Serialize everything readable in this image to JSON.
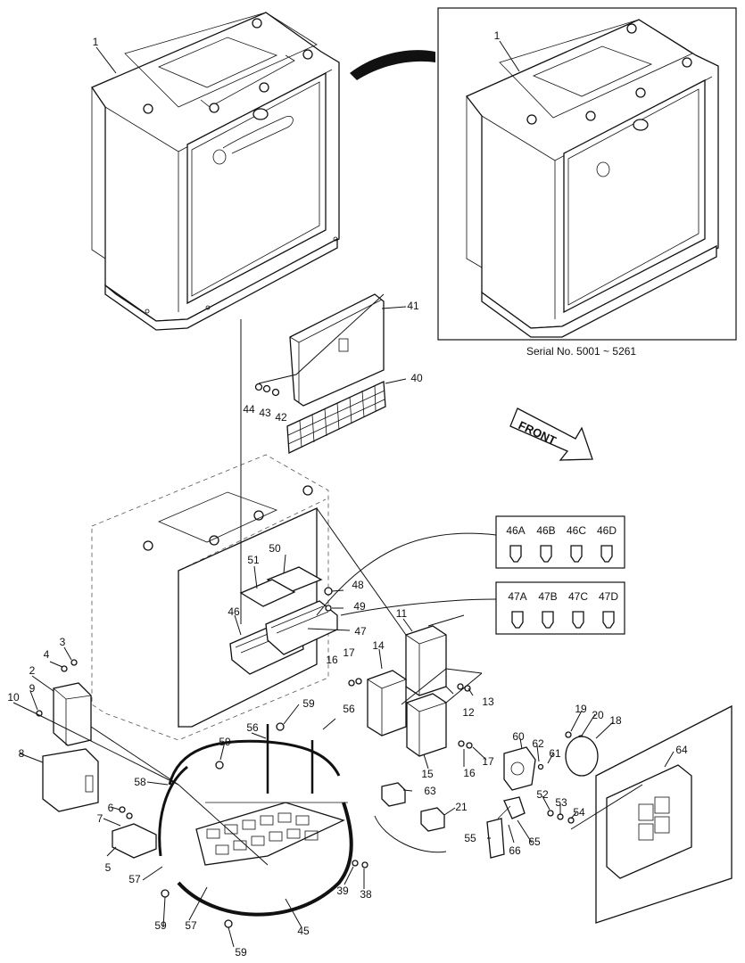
{
  "serial_note": "Serial No. 5001 ~ 5261",
  "front_label": "FRONT",
  "fuse_groups": [
    {
      "labels": [
        "46A",
        "46B",
        "46C",
        "46D"
      ]
    },
    {
      "labels": [
        "47A",
        "47B",
        "47C",
        "47D"
      ]
    }
  ],
  "callouts": {
    "c1a": "1",
    "c1b": "1",
    "c41": "41",
    "c40": "40",
    "c44": "44",
    "c43": "43",
    "c42": "42",
    "c50": "50",
    "c51": "51",
    "c48": "48",
    "c49": "49",
    "c46": "46",
    "c47": "47",
    "c11": "11",
    "c14": "14",
    "c16a": "16",
    "c17a": "17",
    "c12": "12",
    "c13": "13",
    "c3": "3",
    "c4": "4",
    "c2": "2",
    "c9": "9",
    "c10": "10",
    "c8": "8",
    "c6": "6",
    "c7": "7",
    "c5": "5",
    "c59a": "59",
    "c59b": "59",
    "c56a": "56",
    "c56b": "56",
    "c58": "58",
    "c63": "63",
    "c21": "21",
    "c15": "15",
    "c16b": "16",
    "c17b": "17",
    "c19": "19",
    "c20": "20",
    "c18": "18",
    "c64": "64",
    "c60": "60",
    "c62": "62",
    "c61": "61",
    "c52": "52",
    "c53": "53",
    "c54": "54",
    "c55": "55",
    "c66": "66",
    "c65": "65",
    "c39": "39",
    "c38": "38",
    "c57a": "57",
    "c57b": "57",
    "c59c": "59",
    "c45": "45",
    "c59d": "59"
  }
}
